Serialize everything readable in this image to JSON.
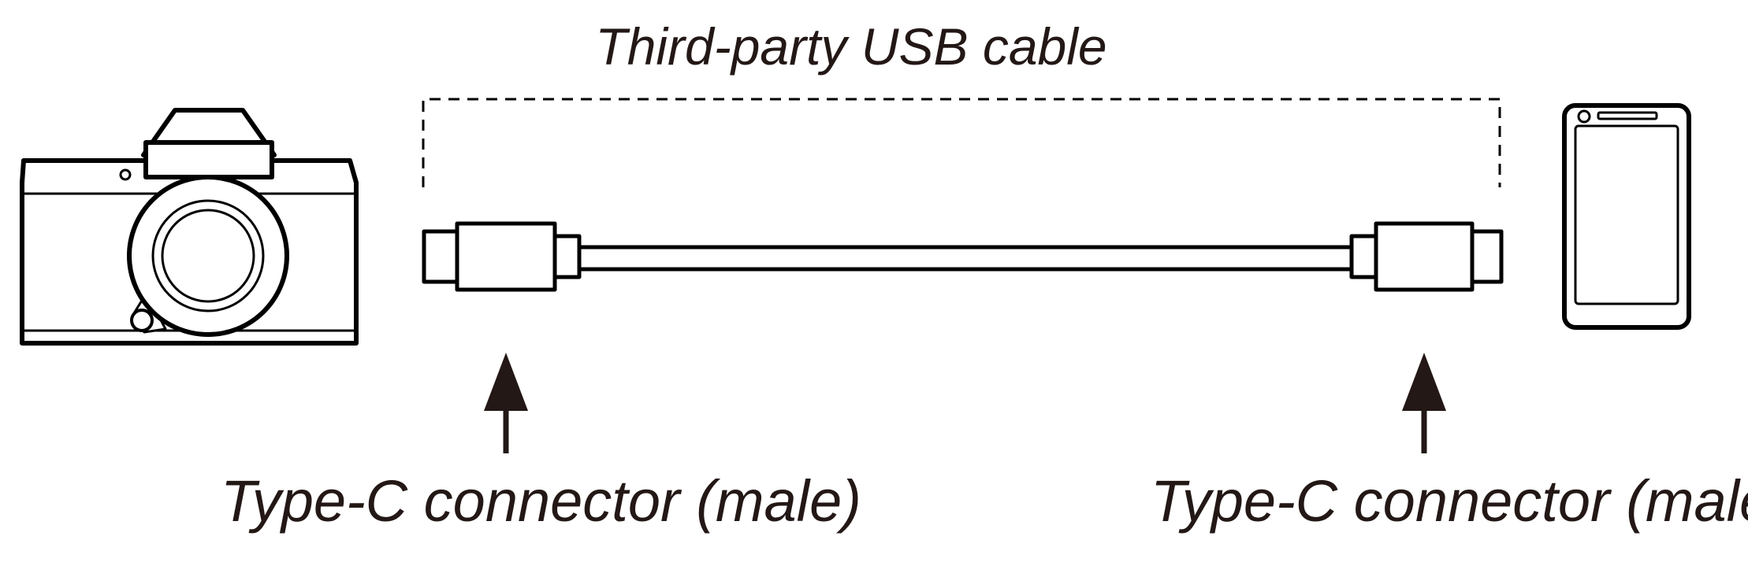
{
  "title": "Third-party USB cable",
  "labels": {
    "left_connector": "Type-C connector (male)",
    "right_connector": "Type-C connector (male)"
  },
  "colors": {
    "line": "#000000",
    "arrow": "#231815",
    "background": "#ffffff"
  },
  "icons": {
    "left_device": "camera-icon",
    "right_device": "smartphone-icon"
  }
}
